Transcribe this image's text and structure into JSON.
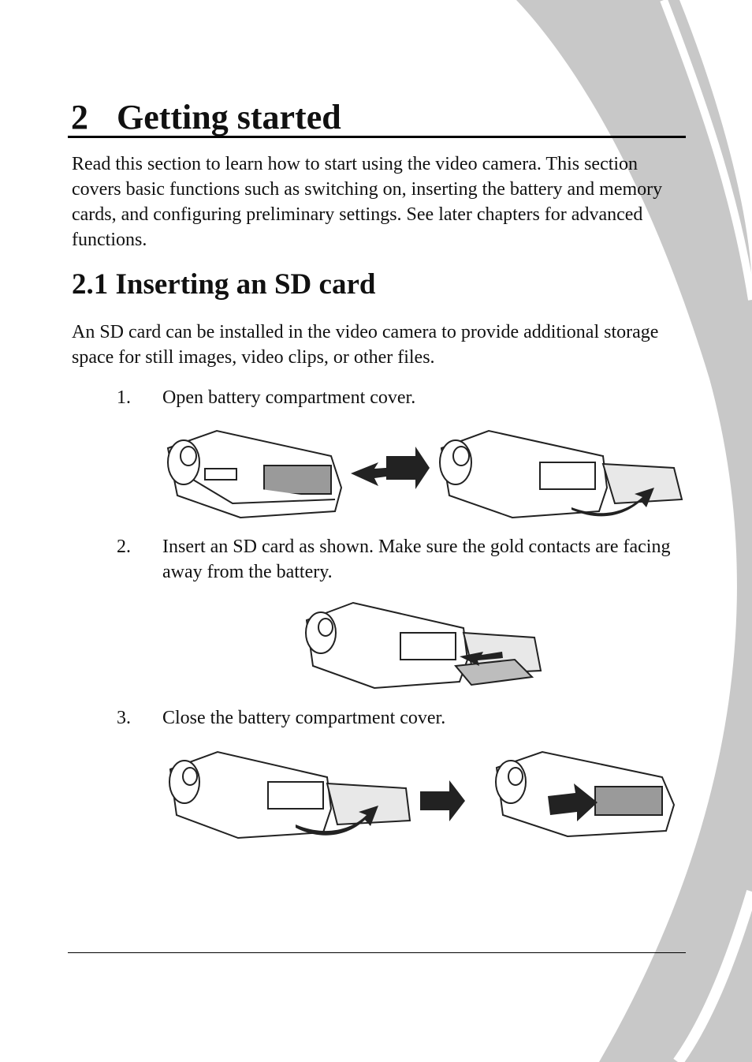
{
  "chapter": {
    "number": "2",
    "title": "Getting started"
  },
  "intro_text": "Read this section to learn how to start using the video camera. This section covers basic functions such as switching on, inserting the battery and memory cards, and configuring preliminary settings. See later chapters for advanced functions.",
  "section": {
    "title": "2.1 Inserting an SD card",
    "intro": "An SD card can be installed in the video camera to provide additional storage space for still images, video clips, or other files."
  },
  "steps": [
    {
      "number": "1.",
      "text": "Open battery compartment cover."
    },
    {
      "number": "2.",
      "text": "Insert an SD card as shown. Make sure the gold contacts are facing away from the battery."
    },
    {
      "number": "3.",
      "text": "Close the battery compartment cover."
    }
  ],
  "colors": {
    "decor_gray": "#c8c8c8",
    "text": "#111111"
  }
}
